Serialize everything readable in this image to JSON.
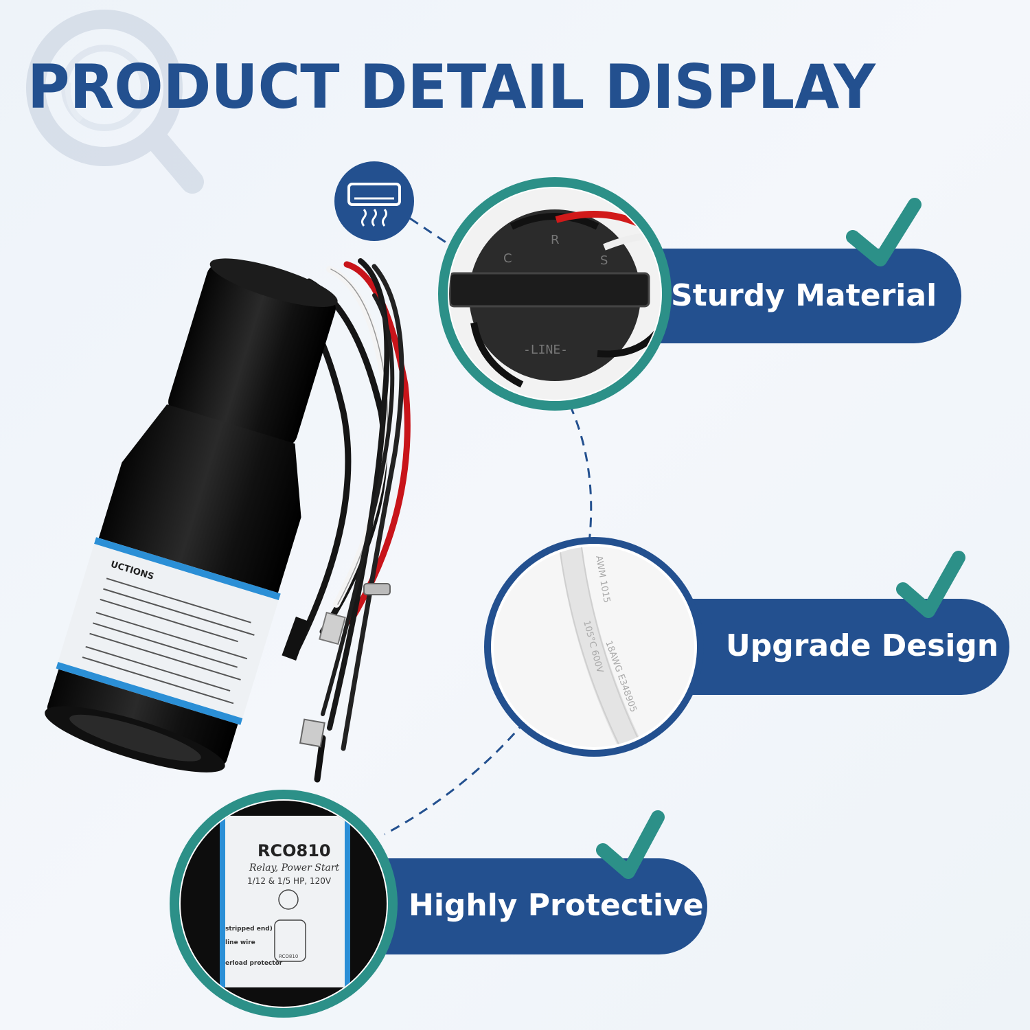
{
  "title": "PRODUCT DETAIL DISPLAY",
  "colors": {
    "navy": "#23508f",
    "teal": "#2c9088",
    "background": "#eef3f9"
  },
  "icons": [
    "magnifier-watermark-icon",
    "air-conditioner-icon",
    "checkmark-icon"
  ],
  "features": [
    {
      "label": "Sturdy Material",
      "photo": "relay-top-terminals"
    },
    {
      "label": "Upgrade Design",
      "photo": "white-wire-closeup"
    },
    {
      "label": "Highly Protective",
      "photo": "relay-label-closeup"
    }
  ],
  "terminal_labels": {
    "c": "C",
    "r": "R",
    "s": "S",
    "line": "-LINE-"
  },
  "label_panel": {
    "model": "RCO810",
    "line1": "Relay, Power Start",
    "line2": "1/12 & 1/5 HP, 120V",
    "diagram_caption": "RCO810",
    "note1": "stripped end)",
    "note2": "line wire",
    "note3": "erload protector"
  },
  "product_label": {
    "heading": "UCTIONS"
  },
  "wire_text": {
    "t1": "AWM 1015",
    "t2": "105°C 600V",
    "t3": "18AWG E348905"
  }
}
